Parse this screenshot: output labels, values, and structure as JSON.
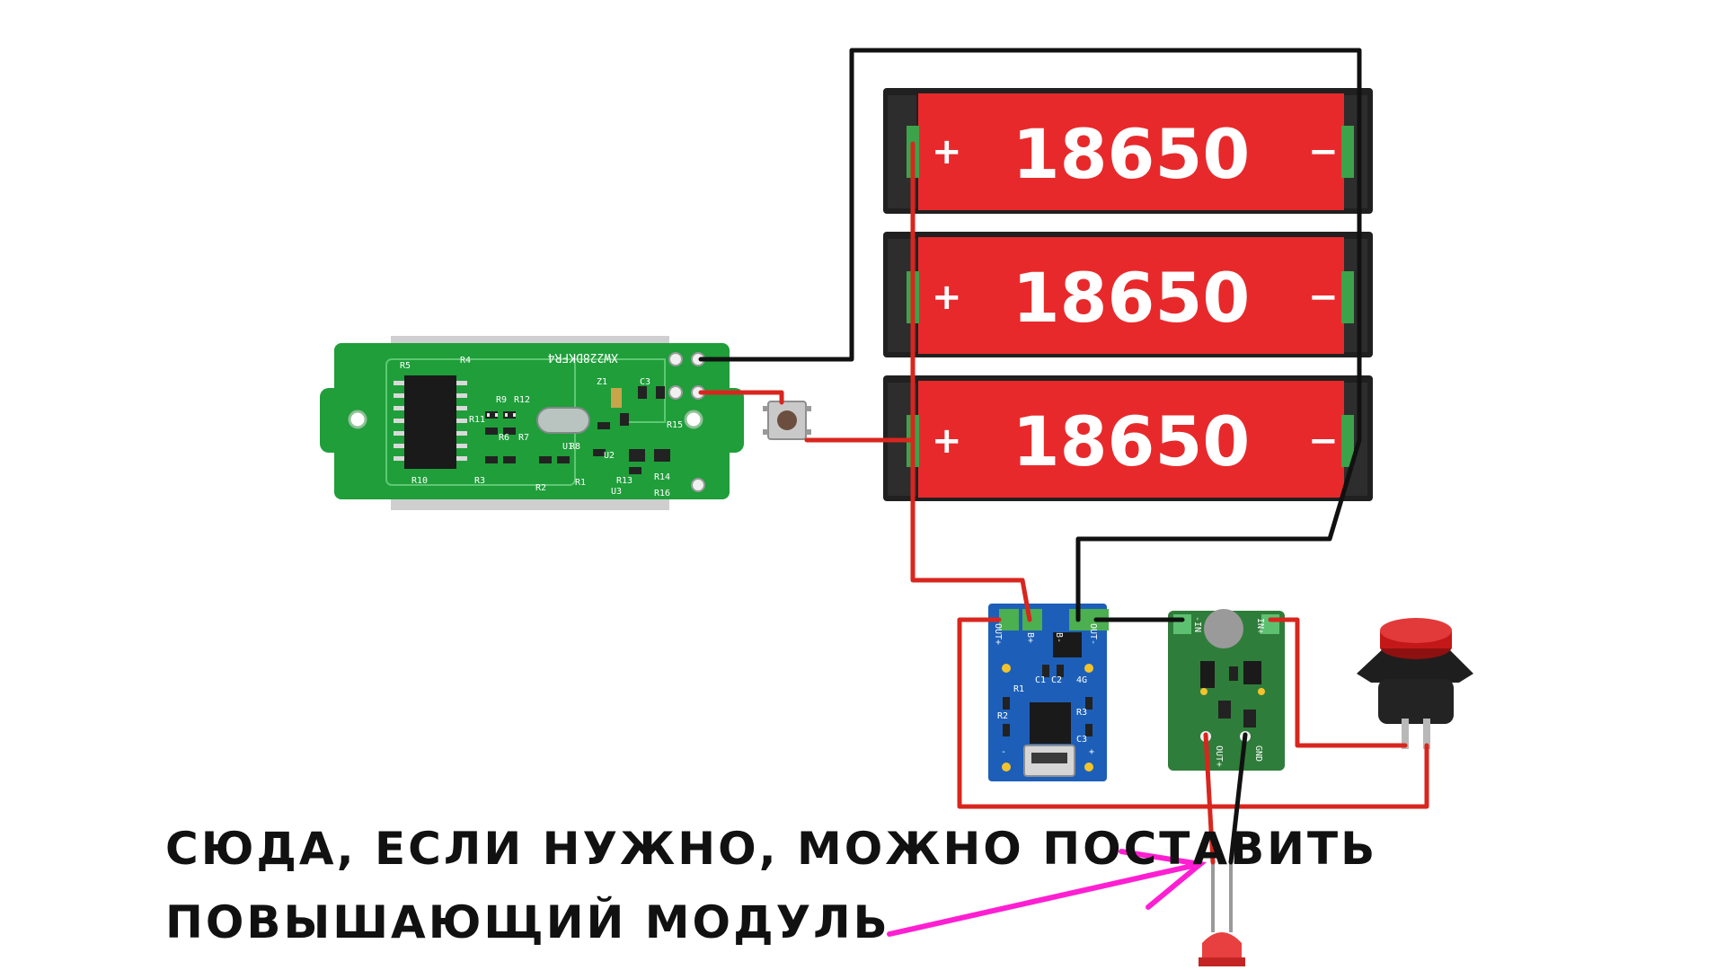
{
  "cells": [
    {
      "label": "18650",
      "plus": "+",
      "minus": "−"
    },
    {
      "label": "18650",
      "plus": "+",
      "minus": "−"
    },
    {
      "label": "18650",
      "plus": "+",
      "minus": "−"
    }
  ],
  "indicator_board": {
    "silkscreen": "XW228DKFR4",
    "parts": [
      "R5",
      "R4",
      "R9",
      "R12",
      "R11",
      "R6",
      "R7",
      "R8",
      "R10",
      "R3",
      "R2",
      "R1",
      "R13",
      "R14",
      "R15",
      "R16",
      "C3",
      "Z1",
      "U1",
      "U2",
      "U3"
    ]
  },
  "charger_module": {
    "pads": [
      "OUT+",
      "B+",
      "B-",
      "OUT-"
    ],
    "parts": [
      "R1",
      "R2",
      "C1",
      "C2",
      "R3",
      "C3",
      "4G",
      "-",
      "+"
    ]
  },
  "boost_module": {
    "pads": [
      "-IN",
      "IN+",
      "OUT+",
      "GND"
    ]
  },
  "caption": {
    "line1": "СЮДА, ЕСЛИ НУЖНО, МОЖНО ПОСТАВИТЬ",
    "line2": "ПОВЫШАЮЩИЙ МОДУЛЬ"
  },
  "colors": {
    "cell_red": "#e8292b",
    "pcb_green": "#1f9e3a",
    "module_blue": "#1d5fb8",
    "module_green": "#2f7d3a",
    "wire_red": "#d8261e",
    "wire_black": "#111111",
    "arrow_magenta": "#ff1fd2",
    "button_red": "#c41818"
  }
}
